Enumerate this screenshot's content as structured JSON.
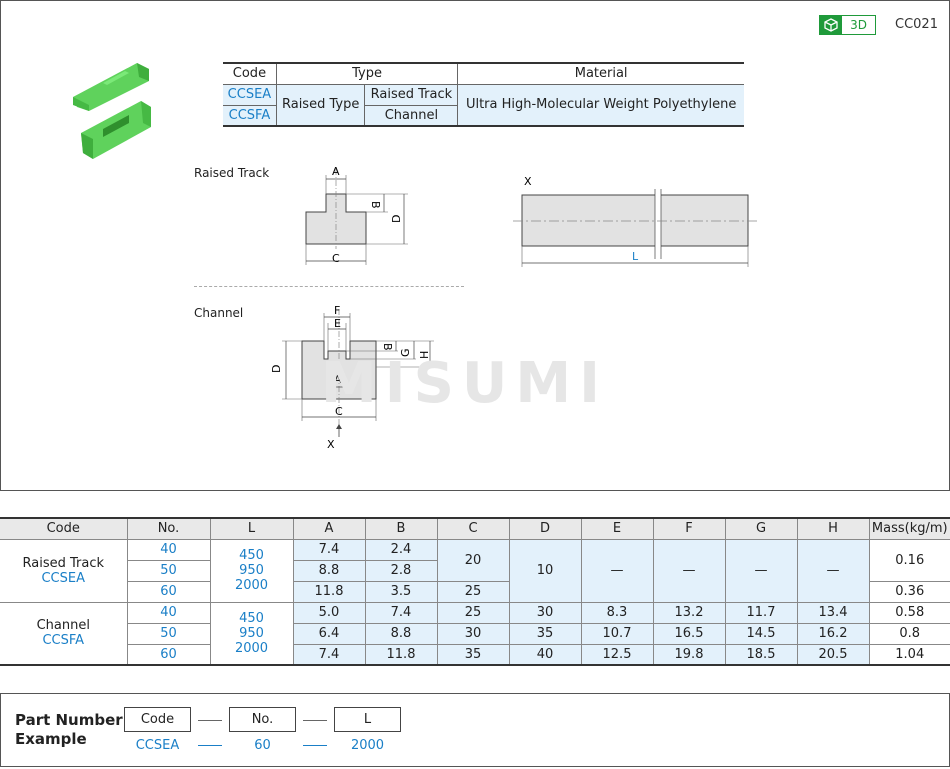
{
  "header": {
    "badge_3d": "3D",
    "doc_code": "CC021"
  },
  "type_table": {
    "headers": [
      "Code",
      "Type",
      "Material"
    ],
    "rows": [
      {
        "code": "CCSEA",
        "type_group": "Raised Type",
        "type": "Raised Track"
      },
      {
        "code": "CCSFA",
        "type": "Channel"
      }
    ],
    "material": "Ultra High-Molecular Weight Polyethylene"
  },
  "diagram_labels": {
    "raised_track": "Raised Track",
    "channel": "Channel",
    "dims": {
      "A": "A",
      "B": "B",
      "C": "C",
      "D": "D",
      "E": "E",
      "F": "F",
      "G": "G",
      "H": "H",
      "L": "L",
      "X": "X"
    }
  },
  "watermark": "MISUMI",
  "spec_table": {
    "headers": [
      "Code",
      "No.",
      "L",
      "A",
      "B",
      "C",
      "D",
      "E",
      "F",
      "G",
      "H",
      "Mass(kg/m)"
    ],
    "groups": [
      {
        "name": "Raised Track",
        "code": "CCSEA",
        "L": [
          "450",
          "950",
          "2000"
        ],
        "rows": [
          {
            "no": "40",
            "A": "7.4",
            "B": "2.4",
            "mass": "0.16"
          },
          {
            "no": "50",
            "A": "8.8",
            "B": "2.8"
          },
          {
            "no": "60",
            "A": "11.8",
            "B": "3.5",
            "C": "25",
            "mass": "0.36"
          }
        ],
        "C_top": "20",
        "D": "10",
        "E": "—",
        "F": "—",
        "G": "—",
        "H": "—"
      },
      {
        "name": "Channel",
        "code": "CCSFA",
        "L": [
          "450",
          "950",
          "2000"
        ],
        "rows": [
          {
            "no": "40",
            "A": "5.0",
            "B": "7.4",
            "C": "25",
            "D": "30",
            "E": "8.3",
            "F": "13.2",
            "G": "11.7",
            "H": "13.4",
            "mass": "0.58"
          },
          {
            "no": "50",
            "A": "6.4",
            "B": "8.8",
            "C": "30",
            "D": "35",
            "E": "10.7",
            "F": "16.5",
            "G": "14.5",
            "H": "16.2",
            "mass": "0.8"
          },
          {
            "no": "60",
            "A": "7.4",
            "B": "11.8",
            "C": "35",
            "D": "40",
            "E": "12.5",
            "F": "19.8",
            "G": "18.5",
            "H": "20.5",
            "mass": "1.04"
          }
        ]
      }
    ]
  },
  "part_number": {
    "title_line1": "Part Number",
    "title_line2": "Example",
    "boxes": [
      "Code",
      "No.",
      "L"
    ],
    "values": [
      "CCSEA",
      "60",
      "2000"
    ]
  }
}
